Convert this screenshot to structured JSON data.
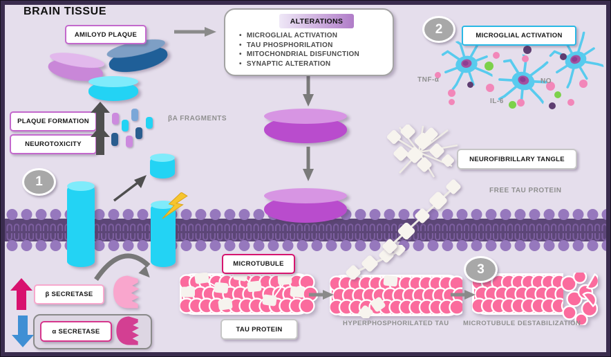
{
  "title": "BRAIN TISSUE",
  "labels": {
    "amyloid_plaque": "AMILOYD PLAQUE",
    "plaque_formation": "PLAQUE FORMATION",
    "neurotoxicity": "NEUROTOXICITY",
    "ba_fragments": "βA FRAGMENTS",
    "microglial_activation": "MICROGLIAL ACTIVATION",
    "neurofibrillary_tangle": "NEUROFIBRILLARY TANGLE",
    "free_tau_protein": "FREE TAU PROTEIN",
    "beta_secretase": "β SECRETASE",
    "alpha_secretase": "α SECRETASE",
    "microtubule": "MICROTUBULE",
    "tau_protein": "TAU PROTEIN",
    "hyperphosphorilated_tau": "HYPERPHOSPHORILATED TAU",
    "microtubule_destabilization": "MICROTUBULE DESTABILIZATION"
  },
  "alterations": {
    "header": "ALTERATIONS",
    "items": [
      "MICROGLIAL ACTIVATION",
      "TAU PHOSPHORILATION",
      "MITOCHONDRIAL DISFUNCTION",
      "SYNAPTIC ALTERATION"
    ]
  },
  "molecules": {
    "tnf_alpha": "TNF-α",
    "no": "NO",
    "il6": "IL-6"
  },
  "steps": {
    "step1": "1",
    "step2": "2",
    "step3": "3"
  },
  "colors": {
    "background": "#e5deec",
    "frame": "#3a2c4e",
    "cyan_protein": "#23d3f4",
    "purple_disc": "#b94ccd",
    "blue_disc": "#1f5f98",
    "orchid_disc": "#c987d8",
    "microtubule_pink": "#fb6b9d",
    "magenta_accent": "#d6156e",
    "membrane_head": "#9678bd",
    "membrane_body": "#5c4677",
    "microglia_cyan": "#58cbee",
    "beta_enzyme": "#f9a6cd",
    "alpha_enzyme": "#d33f92",
    "arrow_gray": "#787878"
  }
}
